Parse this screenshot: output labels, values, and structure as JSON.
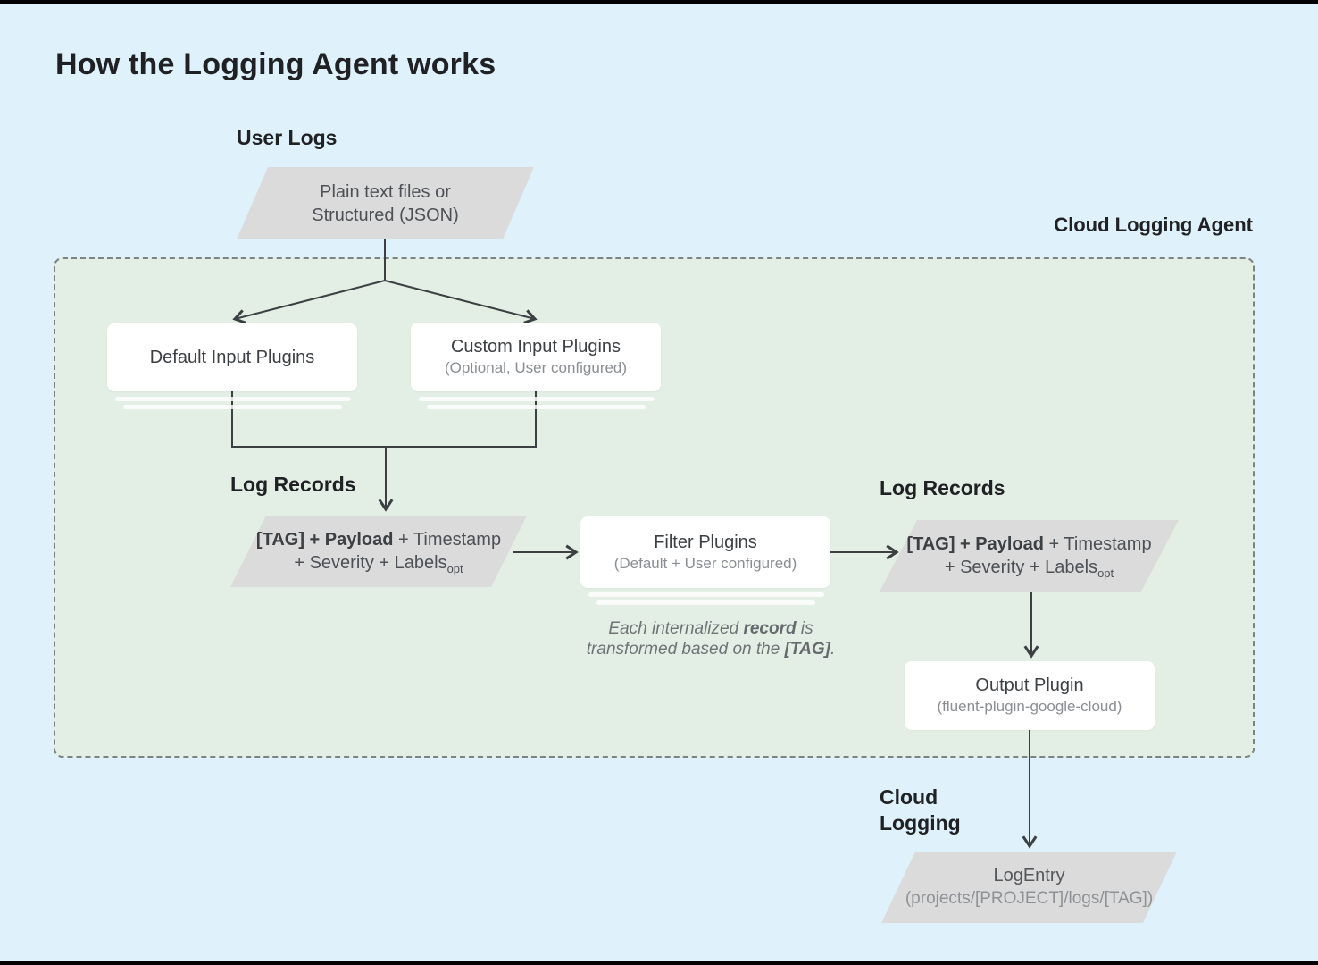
{
  "page": {
    "title": "How the Logging Agent works"
  },
  "labels": {
    "user_logs": "User Logs",
    "cloud_logging_agent": "Cloud Logging Agent",
    "log_records_left": "Log Records",
    "log_records_right": "Log Records",
    "cloud_logging_line1": "Cloud",
    "cloud_logging_line2": "Logging"
  },
  "nodes": {
    "user_input": {
      "line1": "Plain text files or",
      "line2": "Structured (JSON)"
    },
    "default_input": {
      "title": "Default Input Plugins"
    },
    "custom_input": {
      "title": "Custom Input Plugins",
      "subtitle": "(Optional, User configured)"
    },
    "record_left": {
      "bold": "[TAG] + Payload",
      "rest": " + Timestamp",
      "line2": "+ Severity + Labels",
      "subscript": "opt"
    },
    "filter": {
      "title": "Filter Plugins",
      "subtitle": "(Default + User configured)"
    },
    "record_right": {
      "bold": "[TAG] + Payload",
      "rest": " + Timestamp",
      "line2": "+ Severity + Labels",
      "subscript": "opt"
    },
    "output": {
      "title": "Output Plugin",
      "subtitle": "(fluent-plugin-google-cloud)"
    },
    "log_entry": {
      "title": "LogEntry",
      "subtitle": "(projects/[PROJECT]/logs/[TAG])"
    }
  },
  "note": {
    "l1a": "Each internalized ",
    "l1b": "record",
    "l1c": " is",
    "l2a": "transformed based on the ",
    "l2b": "[TAG]",
    "l2c": "."
  },
  "colors": {
    "background": "#dff2fb",
    "agent_region_fill": "#e3efe5",
    "agent_region_border": "#7d8285",
    "parallelogram_fill": "#dbdbdb",
    "node_fill": "#ffffff",
    "wire": "#3c4043",
    "text_primary": "#202124",
    "text_secondary": "#8a8e92"
  }
}
